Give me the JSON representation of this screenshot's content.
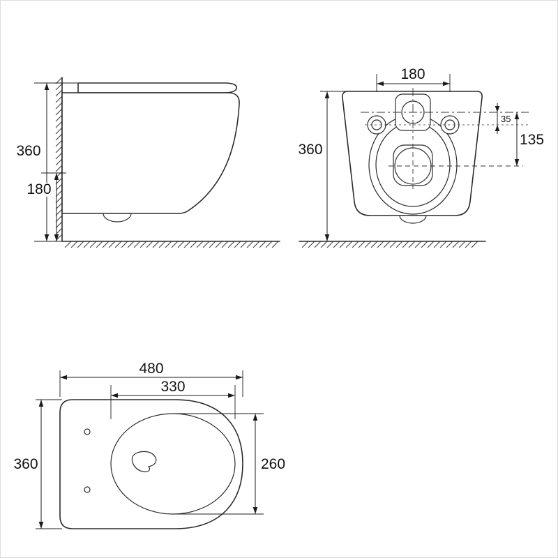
{
  "views": {
    "side": {
      "dims": {
        "height": "360",
        "outlet_height": "180"
      }
    },
    "front": {
      "dims": {
        "bolt_spacing": "180",
        "height": "360",
        "flush_to_bolt": "35",
        "bolt_to_drain": "135"
      }
    },
    "plan": {
      "dims": {
        "depth": "480",
        "opening_depth": "330",
        "width": "360",
        "opening_width": "260"
      }
    }
  },
  "colors": {
    "line": "#2b2b2b",
    "background": "#ffffff"
  }
}
